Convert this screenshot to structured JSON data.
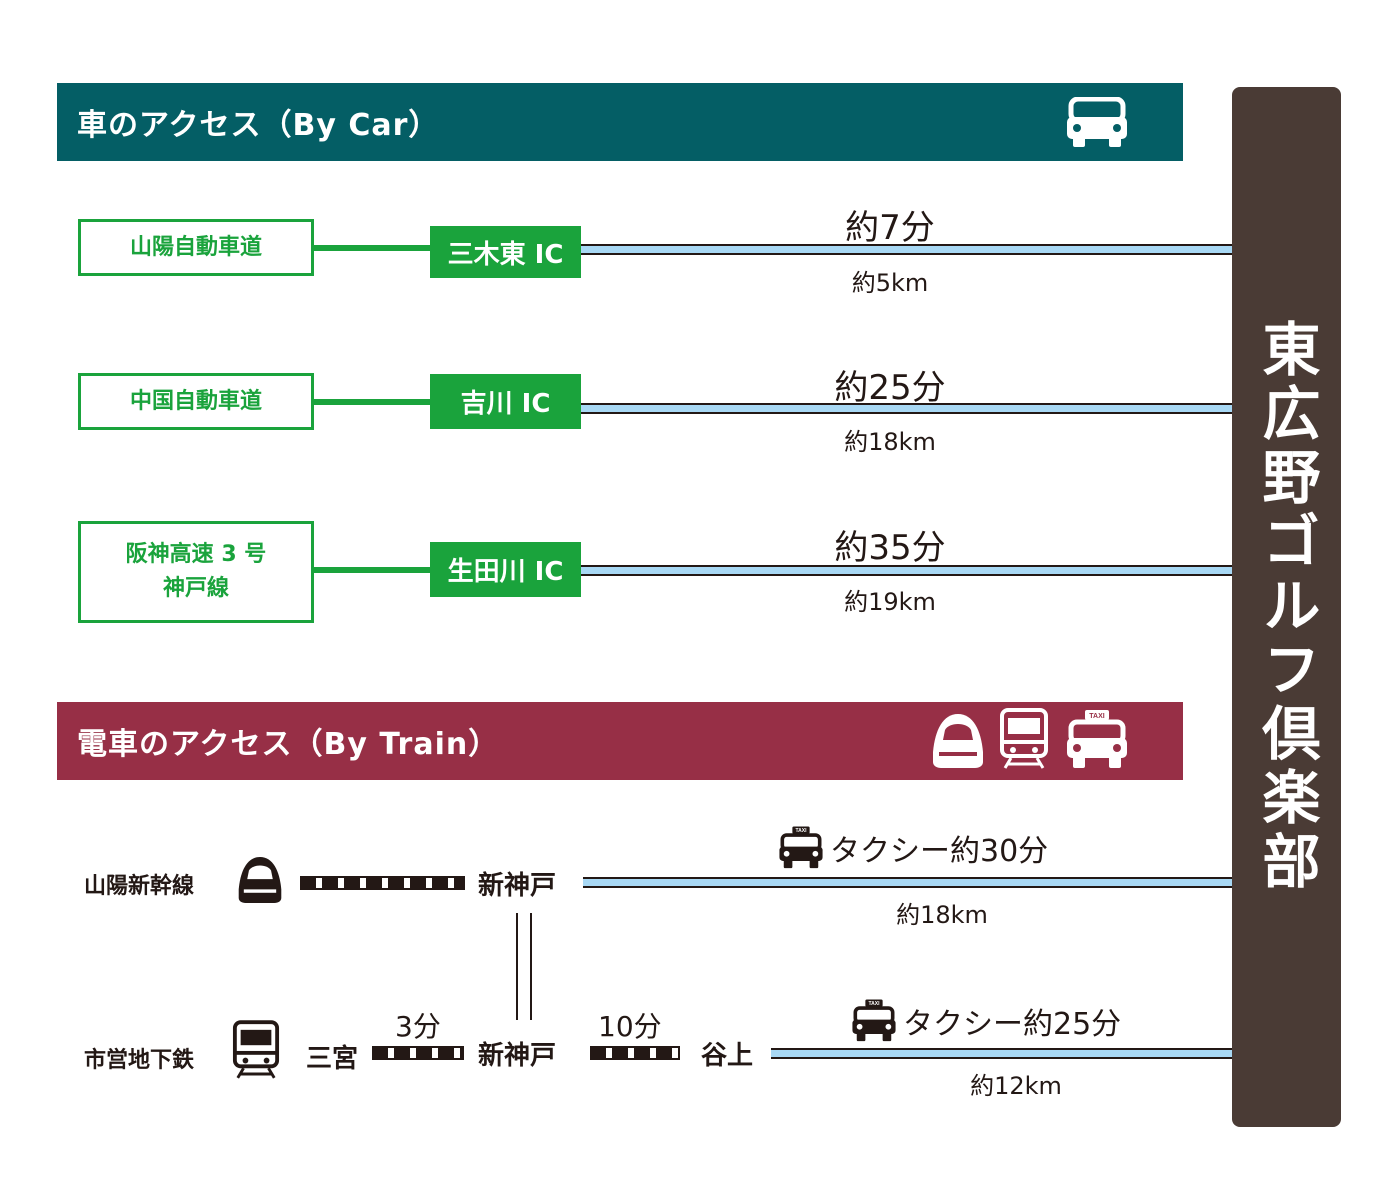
{
  "headers": {
    "car": "車のアクセス（By Car）",
    "train": "電車のアクセス（By Train）"
  },
  "destination": "東広野ゴルフ倶楽部",
  "car_routes": [
    {
      "road": "山陽自動車道",
      "ic": "三木東 IC",
      "time": "約7分",
      "distance": "約5km"
    },
    {
      "road": "中国自動車道",
      "ic": "吉川 IC",
      "time": "約25分",
      "distance": "約18km"
    },
    {
      "road": "阪神高速 3 号\n神戸線",
      "ic": "生田川 IC",
      "time": "約35分",
      "distance": "約19km"
    }
  ],
  "train": {
    "shinkansen": {
      "line": "山陽新幹線",
      "station": "新神戸",
      "taxi_time": "タクシー約30分",
      "distance": "約18km"
    },
    "subway": {
      "line": "市営地下鉄",
      "station1": "三宮",
      "time1": "3分",
      "station2": "新神戸",
      "time2": "10分",
      "station3": "谷上",
      "taxi_time": "タクシー約25分",
      "distance": "約12km"
    }
  },
  "icons": [
    "car-icon",
    "shinkansen-icon",
    "train-icon",
    "taxi-icon"
  ],
  "colors": {
    "car_header": "#045e65",
    "train_header": "#972f46",
    "destination": "#4a3b35",
    "expressway": "#1aa33c",
    "route_line": "#a8d8f4"
  }
}
